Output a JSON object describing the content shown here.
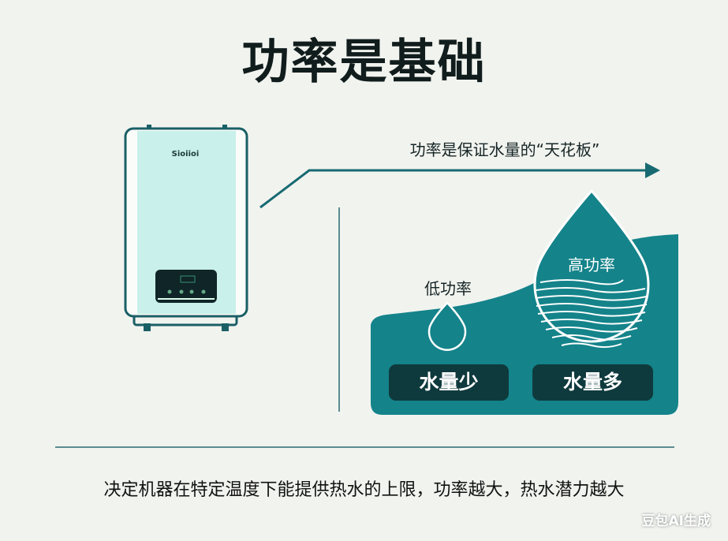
{
  "title": "功率是基础",
  "caption": "功率是保证水量的“天花板”",
  "heater": {
    "brand": "Sioiioi",
    "icon": "water-heater-icon"
  },
  "comparison": {
    "low": {
      "label": "低功率",
      "result": "水量少"
    },
    "high": {
      "label": "高功率",
      "result": "水量多"
    }
  },
  "footer": "决定机器在特定温度下能提供热水的上限，功率越大，热水潜力越大",
  "watermark": "豆包AI生成",
  "colors": {
    "teal": "#14838a",
    "dark": "#0f3a3d",
    "mint": "#c9f0ea",
    "background": "#f1f3ef"
  }
}
